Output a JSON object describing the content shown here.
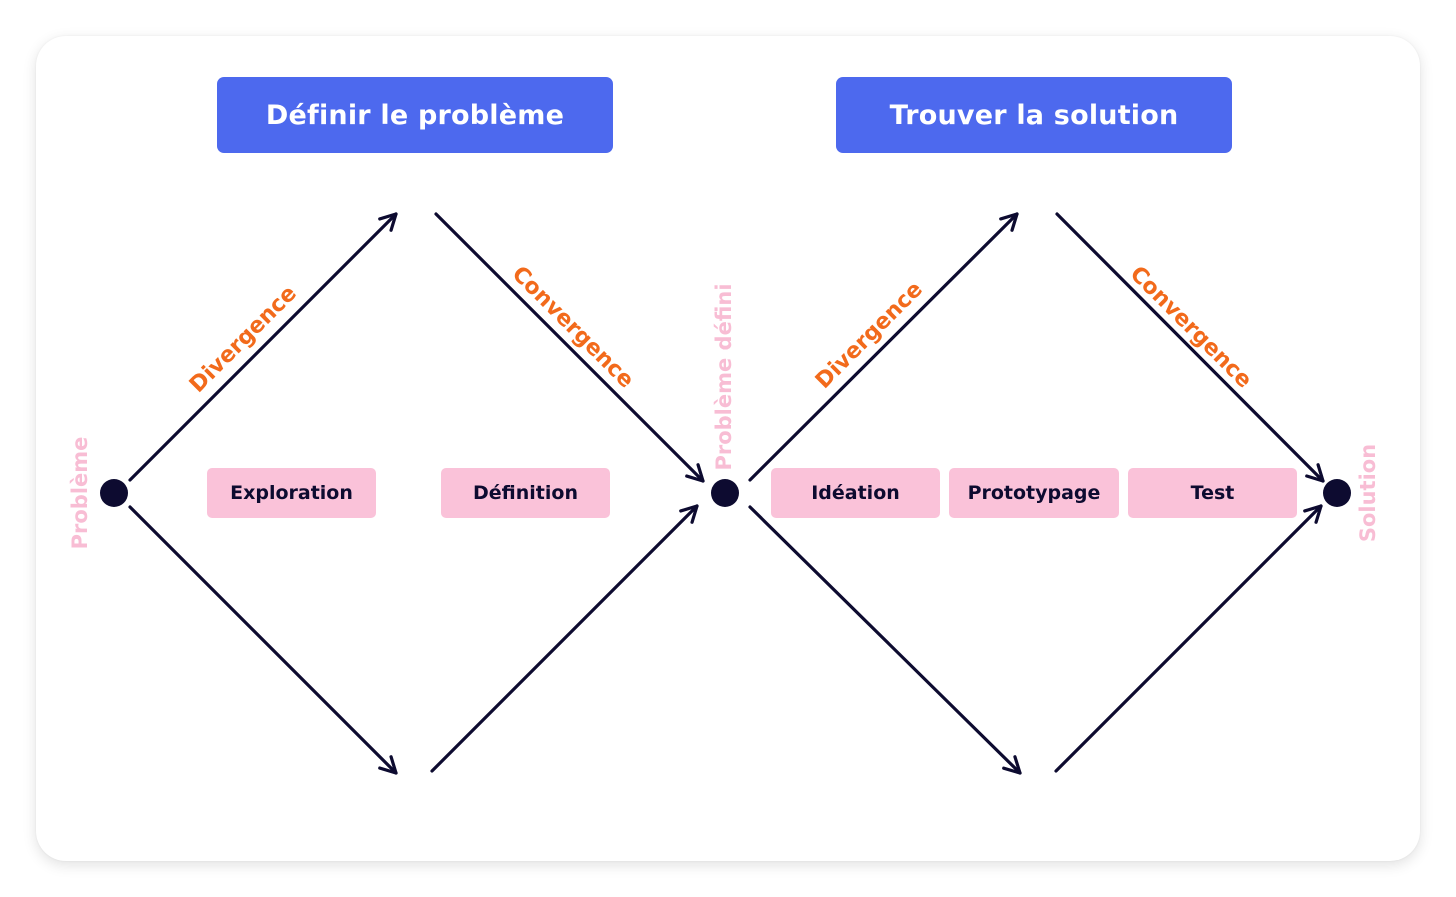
{
  "headers": {
    "left": "Définir le problème",
    "right": "Trouver la solution"
  },
  "phases": {
    "exploration": "Exploration",
    "definition": "Définition",
    "ideation": "Idéation",
    "prototypage": "Prototypage",
    "test": "Test"
  },
  "flow_labels": {
    "divergence_left": "Divergence",
    "convergence_left": "Convergence",
    "divergence_right": "Divergence",
    "convergence_right": "Convergence"
  },
  "milestones": {
    "start": "Problème",
    "middle": "Problème défini",
    "end": "Solution"
  },
  "colors": {
    "header_bg": "#4d69ee",
    "phase_bg": "#fac2d9",
    "accent_orange": "#f26a1b",
    "milestone_pink": "#f8bdd4",
    "ink": "#0d0b30"
  }
}
